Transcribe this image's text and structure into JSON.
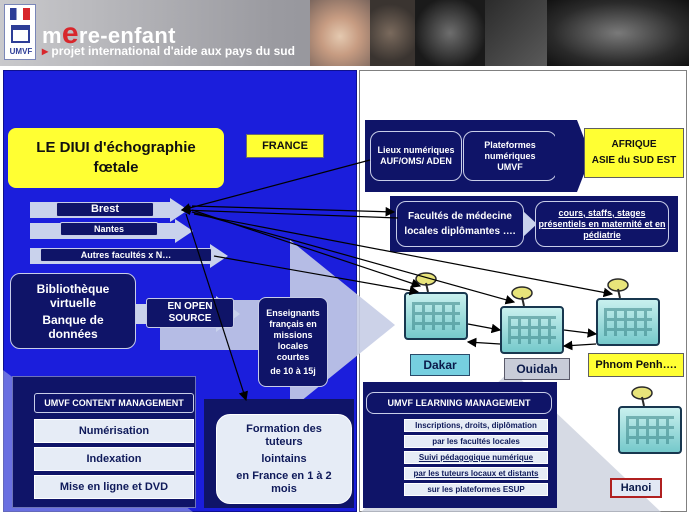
{
  "banner": {
    "brand_prefix": "m",
    "brand_e": "e",
    "brand_suffix": "re-enfant",
    "subtitle_marker": "▸",
    "subtitle": "projet international d'aide aux pays du sud",
    "logo_text": "UMVF"
  },
  "left": {
    "title_line1": "LE DIUI d'échographie",
    "title_line2": "fœtale",
    "france": "FRANCE",
    "brest": "Brest",
    "nantes": "Nantes",
    "autres": "Autres facultés x N…",
    "bibliotheque_l1": "Bibliothèque",
    "bibliotheque_l2": "virtuelle",
    "bibliotheque_l3": "Banque de",
    "bibliotheque_l4": "données",
    "open_source_l1": "EN OPEN",
    "open_source_l2": "SOURCE",
    "enseignants_l1": "Enseignants",
    "enseignants_l2": "français en",
    "enseignants_l3": "missions",
    "enseignants_l4": "locales",
    "enseignants_l5": "courtes",
    "enseignants_l6": "de 10 à 15j",
    "content_mgmt": "UMVF CONTENT MANAGEMENT",
    "numerisation": "Numérisation",
    "indexation": "Indexation",
    "mise_en_ligne": "Mise en ligne et DVD",
    "formation_l1": "Formation des",
    "formation_l2": "tuteurs",
    "formation_l3": "lointains",
    "formation_l4": "en France en 1 à 2",
    "formation_l5": "mois"
  },
  "right": {
    "lieux_l1": "Lieux numériques",
    "lieux_l2": "AUF/OMS/ ADEN",
    "plateformes_l1": "Plateformes",
    "plateformes_l2": "numériques",
    "plateformes_l3": "UMVF",
    "afrique_l1": "AFRIQUE",
    "afrique_l2": "ASIE du SUD EST",
    "facultes_l1": "Facultés de médecine",
    "facultes_l2": "locales diplômantes ….",
    "cours_l1": "cours, staffs, stages",
    "cours_l2": "présentiels en maternité et en",
    "cours_l3": "pédiatrie",
    "dakar": "Dakar",
    "ouidah": "Ouidah",
    "phnom": "Phnom Penh….",
    "hanoi": "Hanoi",
    "learning_mgmt": "UMVF LEARNING MANAGEMENT",
    "lm_items": [
      "Inscriptions, droits, diplômation",
      "par les facultés locales",
      "Suivi pédagogique numérique",
      "par les tuteurs locaux et distants",
      "sur les plateformes ESUP"
    ]
  },
  "colors": {
    "panel_blue": "#1b1edc",
    "dark_navy": "#0f1468",
    "highlight_yellow": "#ffff33",
    "brand_red": "#d8262c"
  }
}
